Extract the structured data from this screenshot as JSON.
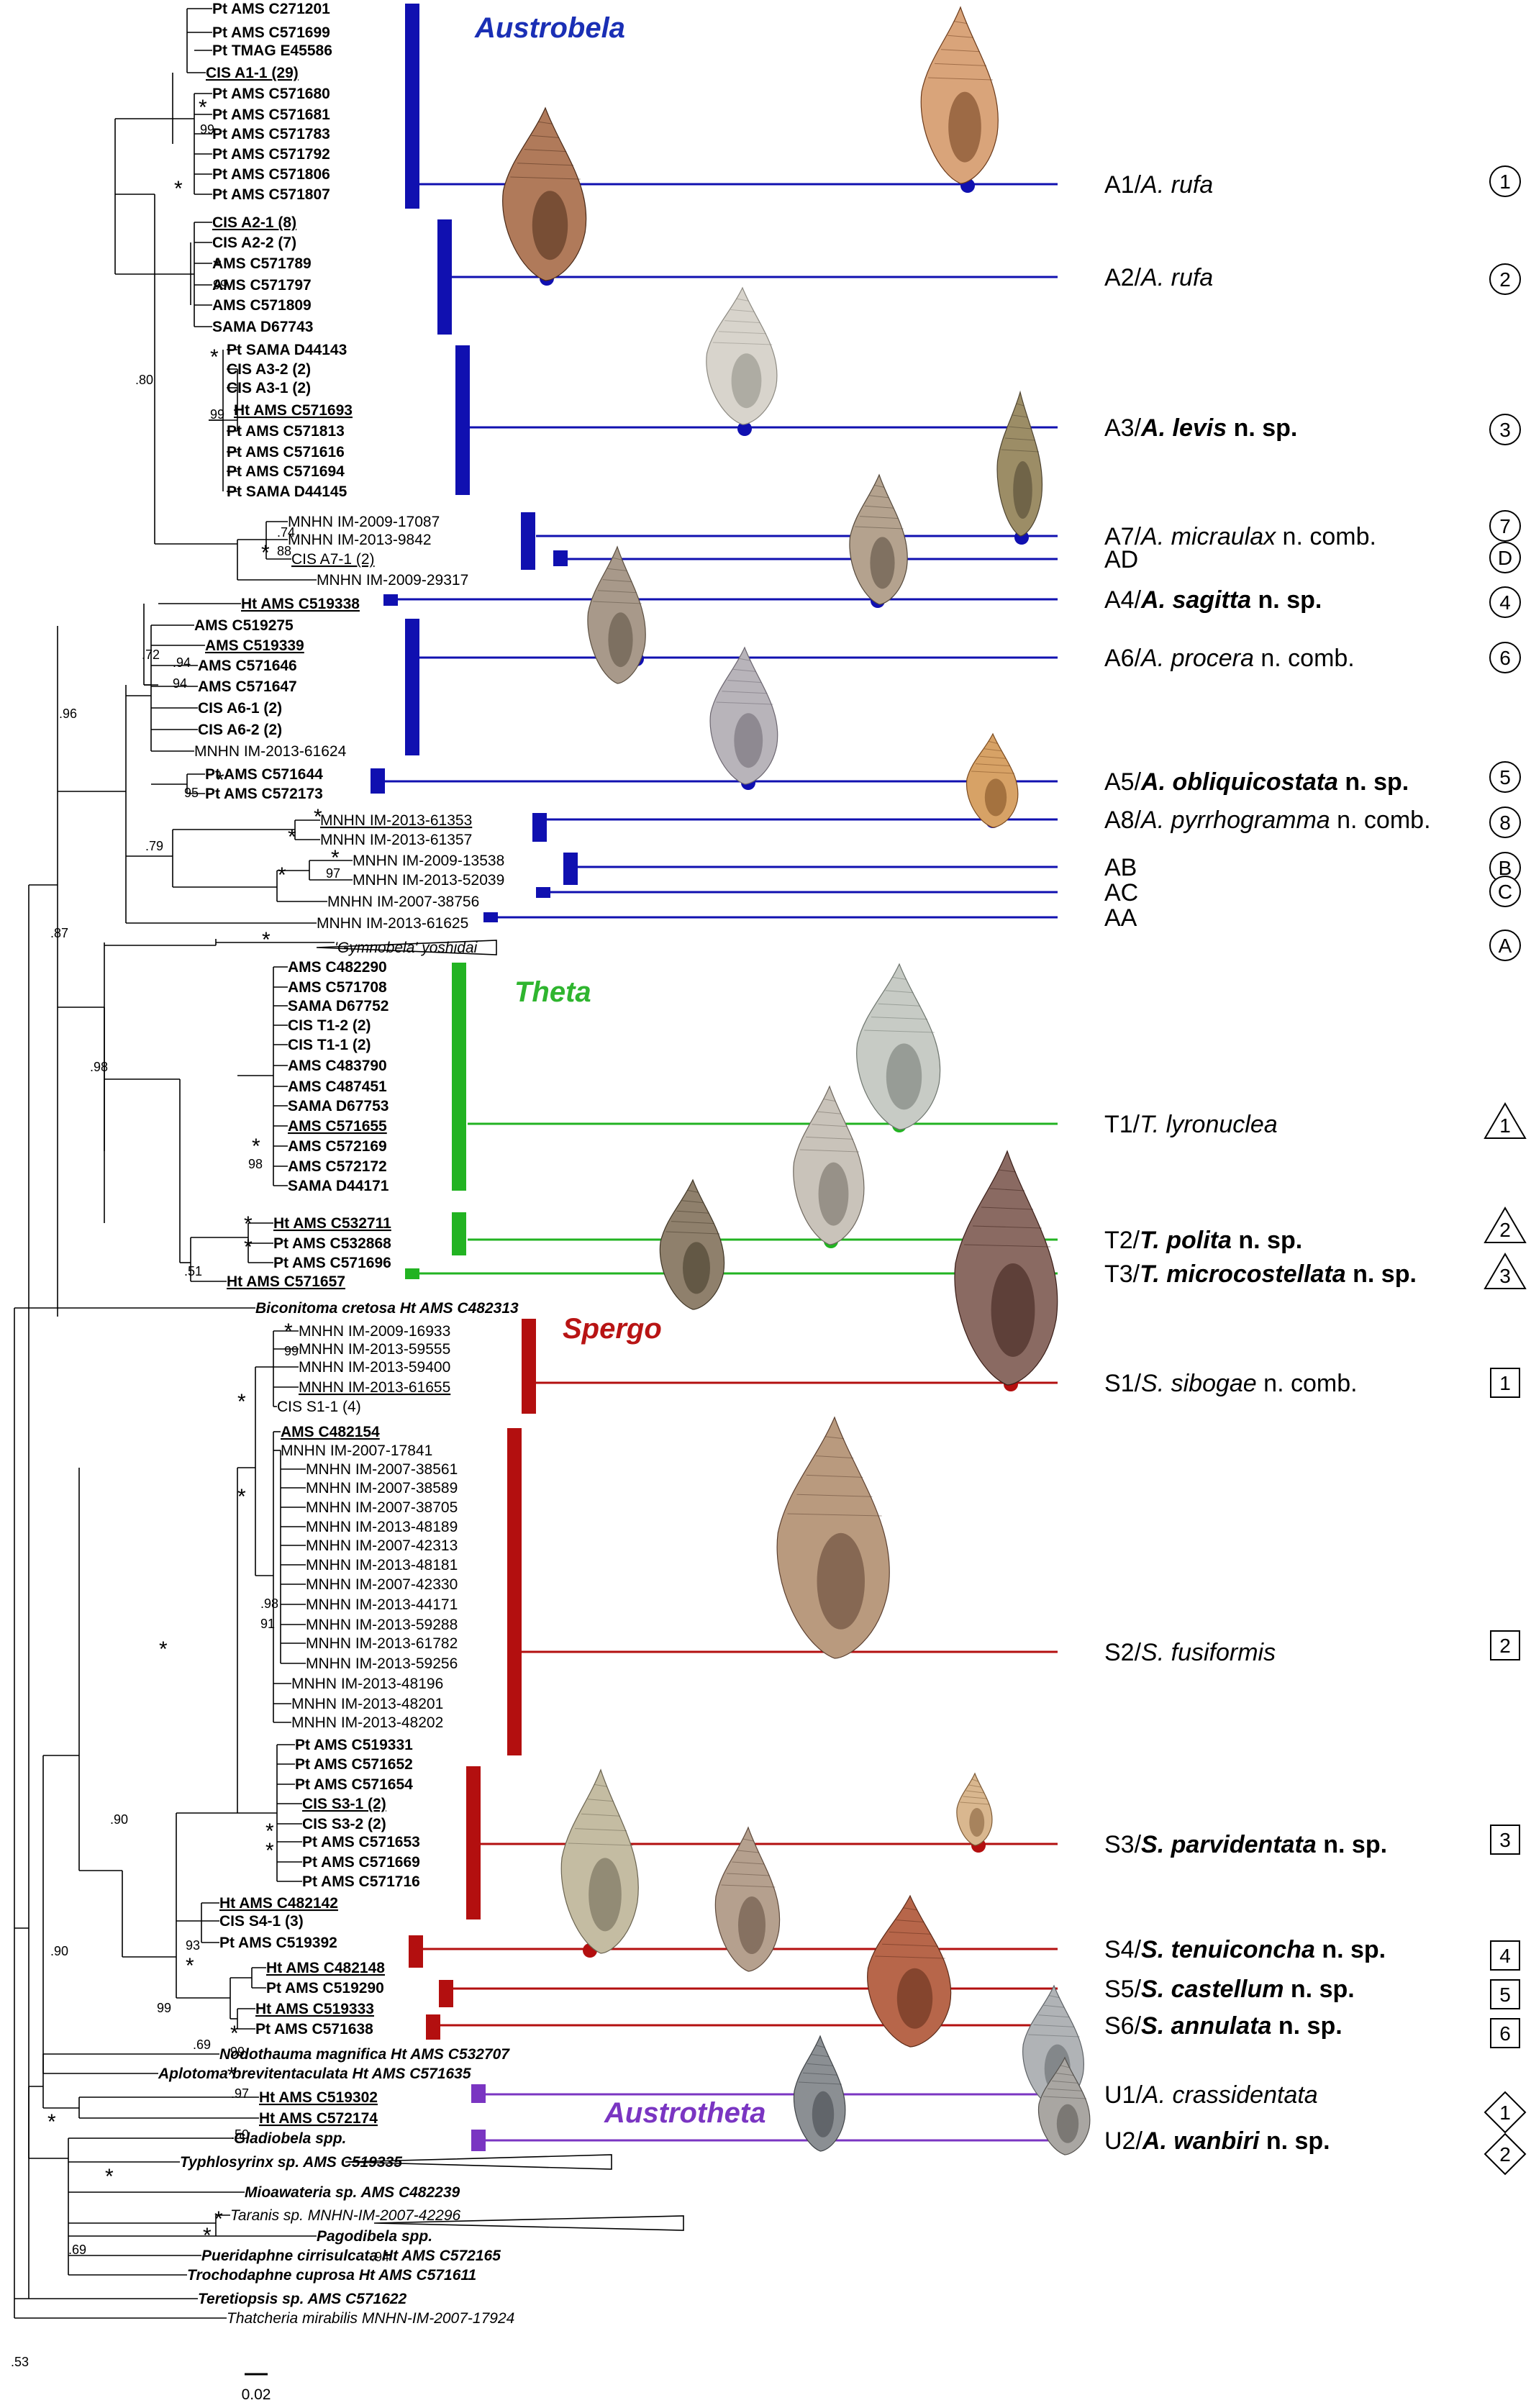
{
  "scale_label": "0.02",
  "group_titles": [
    {
      "text": "Austrobela",
      "color": "#1a2fb5"
    },
    {
      "text": "Theta",
      "color": "#2fb52f"
    },
    {
      "text": "Spergo",
      "color": "#b81414"
    },
    {
      "text": "Austrotheta",
      "color": "#7a35c2"
    }
  ],
  "group_colors": {
    "A": "#1010b0",
    "T": "#22b322",
    "S": "#b30f0f",
    "U": "#7a35c2"
  },
  "tips": [
    {
      "t": "Pt AMS C271201",
      "b": true
    },
    {
      "t": "Pt AMS C571699",
      "b": true
    },
    {
      "t": "Pt TMAG E45586",
      "b": true
    },
    {
      "t": "CIS A1-1 (29)",
      "b": true,
      "u": true
    },
    {
      "t": "Pt AMS C571680",
      "b": true
    },
    {
      "t": "Pt AMS C571681",
      "b": true
    },
    {
      "t": "Pt AMS C571783",
      "b": true
    },
    {
      "t": "Pt AMS C571792",
      "b": true
    },
    {
      "t": "Pt AMS C571806",
      "b": true
    },
    {
      "t": "Pt AMS C571807",
      "b": true
    },
    {
      "t": "CIS A2-1 (8)",
      "b": true,
      "u": true
    },
    {
      "t": "CIS A2-2 (7)",
      "b": true
    },
    {
      "t": "AMS C571789",
      "b": true
    },
    {
      "t": "AMS C571797",
      "b": true
    },
    {
      "t": "AMS C571809",
      "b": true
    },
    {
      "t": "SAMA D67743",
      "b": true
    },
    {
      "t": "Pt SAMA D44143",
      "b": true
    },
    {
      "t": "CIS A3-2 (2)",
      "b": true
    },
    {
      "t": "CIS A3-1 (2)",
      "b": true
    },
    {
      "t": "Ht AMS C571693",
      "b": true,
      "u": true
    },
    {
      "t": "Pt AMS C571813",
      "b": true
    },
    {
      "t": "Pt AMS C571616",
      "b": true
    },
    {
      "t": "Pt AMS C571694",
      "b": true
    },
    {
      "t": "Pt SAMA D44145",
      "b": true
    },
    {
      "t": "MNHN IM-2009-17087"
    },
    {
      "t": "MNHN IM-2013-9842"
    },
    {
      "t": "CIS A7-1 (2)",
      "u": true
    },
    {
      "t": "MNHN IM-2009-29317"
    },
    {
      "t": "Ht AMS C519338",
      "b": true,
      "u": true
    },
    {
      "t": "AMS C519275",
      "b": true
    },
    {
      "t": "AMS C519339",
      "b": true,
      "u": true
    },
    {
      "t": "AMS C571646",
      "b": true
    },
    {
      "t": "AMS C571647",
      "b": true
    },
    {
      "t": "CIS A6-1 (2)",
      "b": true
    },
    {
      "t": "CIS A6-2 (2)",
      "b": true
    },
    {
      "t": "MNHN IM-2013-61624"
    },
    {
      "t": "Pt AMS C571644",
      "b": true
    },
    {
      "t": "Pt AMS C572173",
      "b": true
    },
    {
      "t": "MNHN IM-2013-61353",
      "u": true
    },
    {
      "t": "MNHN IM-2013-61357"
    },
    {
      "t": "MNHN IM-2009-13538"
    },
    {
      "t": "MNHN IM-2013-52039"
    },
    {
      "t": "MNHN IM-2007-38756"
    },
    {
      "t": "MNHN IM-2013-61625"
    },
    {
      "t": "'Gymnobela' yoshidai",
      "i": true
    },
    {
      "t": "AMS C482290",
      "b": true
    },
    {
      "t": "AMS C571708",
      "b": true
    },
    {
      "t": "SAMA D67752",
      "b": true
    },
    {
      "t": "CIS T1-2 (2)",
      "b": true
    },
    {
      "t": "CIS T1-1 (2)",
      "b": true
    },
    {
      "t": "AMS C483790",
      "b": true
    },
    {
      "t": "AMS C487451",
      "b": true
    },
    {
      "t": "SAMA D67753",
      "b": true
    },
    {
      "t": "AMS C571655",
      "b": true,
      "u": true
    },
    {
      "t": "AMS C572169",
      "b": true
    },
    {
      "t": "AMS C572172",
      "b": true
    },
    {
      "t": "SAMA D44171",
      "b": true
    },
    {
      "t": "Ht AMS C532711",
      "b": true,
      "u": true
    },
    {
      "t": "Pt AMS C532868",
      "b": true
    },
    {
      "t": "Pt AMS C571696",
      "b": true
    },
    {
      "t": "Ht AMS C571657",
      "b": true,
      "u": true
    },
    {
      "t": "Biconitoma cretosa Ht AMS C482313",
      "b": true,
      "i": true
    },
    {
      "t": "MNHN IM-2009-16933"
    },
    {
      "t": "MNHN IM-2013-59555"
    },
    {
      "t": "MNHN IM-2013-59400"
    },
    {
      "t": "MNHN IM-2013-61655",
      "u": true
    },
    {
      "t": "CIS S1-1 (4)"
    },
    {
      "t": "AMS C482154",
      "b": true,
      "u": true
    },
    {
      "t": "MNHN IM-2007-17841"
    },
    {
      "t": "MNHN IM-2007-38561"
    },
    {
      "t": "MNHN IM-2007-38589"
    },
    {
      "t": "MNHN IM-2007-38705"
    },
    {
      "t": "MNHN IM-2013-48189"
    },
    {
      "t": "MNHN IM-2007-42313"
    },
    {
      "t": "MNHN IM-2013-48181"
    },
    {
      "t": "MNHN IM-2007-42330"
    },
    {
      "t": "MNHN IM-2013-44171"
    },
    {
      "t": "MNHN IM-2013-59288"
    },
    {
      "t": "MNHN IM-2013-61782"
    },
    {
      "t": "MNHN IM-2013-59256"
    },
    {
      "t": "MNHN IM-2013-48196"
    },
    {
      "t": "MNHN IM-2013-48201"
    },
    {
      "t": "MNHN IM-2013-48202"
    },
    {
      "t": "Pt AMS C519331",
      "b": true
    },
    {
      "t": "Pt AMS C571652",
      "b": true
    },
    {
      "t": "Pt AMS C571654",
      "b": true
    },
    {
      "t": "CIS S3-1 (2)",
      "b": true,
      "u": true
    },
    {
      "t": "CIS S3-2 (2)",
      "b": true
    },
    {
      "t": "Pt AMS C571653",
      "b": true
    },
    {
      "t": "Pt AMS C571669",
      "b": true
    },
    {
      "t": "Pt AMS C571716",
      "b": true
    },
    {
      "t": "Ht AMS C482142",
      "b": true,
      "u": true
    },
    {
      "t": "CIS S4-1 (3)",
      "b": true
    },
    {
      "t": "Pt AMS C519392",
      "b": true
    },
    {
      "t": "Ht AMS C482148",
      "b": true,
      "u": true
    },
    {
      "t": "Pt AMS C519290",
      "b": true
    },
    {
      "t": "Ht AMS C519333",
      "b": true,
      "u": true
    },
    {
      "t": "Pt AMS C571638",
      "b": true
    },
    {
      "t": "Nodothauma magnifica Ht AMS C532707",
      "b": true,
      "i": true
    },
    {
      "t": "Aplotoma brevitentaculata Ht AMS C571635",
      "b": true,
      "i": true
    },
    {
      "t": "Ht AMS C519302",
      "b": true,
      "u": true
    },
    {
      "t": "Ht AMS C572174",
      "b": true,
      "u": true
    },
    {
      "t": "Gladiobela spp.",
      "b": true,
      "i": true
    },
    {
      "t": "Typhlosyrinx sp. AMS C519335",
      "b": true,
      "i": true
    },
    {
      "t": "Mioawateria sp. AMS C482239",
      "b": true,
      "i": true
    },
    {
      "t": "Taranis sp. MNHN-IM-2007-42296",
      "i": true
    },
    {
      "t": "Pagodibela spp.",
      "b": true,
      "i": true
    },
    {
      "t": "Pueridaphne cirrisulcata Ht AMS C572165",
      "b": true,
      "i": true
    },
    {
      "t": "Trochodaphne cuprosa Ht AMS C571611",
      "b": true,
      "i": true
    },
    {
      "t": "Teretiopsis sp. AMS C571622",
      "b": true,
      "i": true
    },
    {
      "t": "Thatcheria mirabilis MNHN-IM-2007-17924",
      "i": true
    }
  ],
  "supports": [
    {
      "t": "*"
    },
    {
      "t": "99"
    },
    {
      "t": "*"
    },
    {
      "t": "*"
    },
    {
      "t": "99"
    },
    {
      "t": ".80"
    },
    {
      "t": "*"
    },
    {
      "t": "99"
    },
    {
      "t": ".74"
    },
    {
      "t": "88"
    },
    {
      "t": "*"
    },
    {
      "t": ".94"
    },
    {
      "t": "94"
    },
    {
      "t": ".72"
    },
    {
      "t": "*"
    },
    {
      "t": "95"
    },
    {
      "t": ".96"
    },
    {
      "t": "*"
    },
    {
      "t": "*"
    },
    {
      "t": "*"
    },
    {
      "t": "97"
    },
    {
      "t": "*"
    },
    {
      "t": ".79"
    },
    {
      "t": ".87"
    },
    {
      "t": "*"
    },
    {
      "t": "98"
    },
    {
      "t": "*"
    },
    {
      "t": "*"
    },
    {
      "t": "*"
    },
    {
      "t": ".51"
    },
    {
      "t": ".98"
    },
    {
      "t": "*"
    },
    {
      "t": "99"
    },
    {
      "t": "*"
    },
    {
      "t": ".98"
    },
    {
      "t": "91"
    },
    {
      "t": "*"
    },
    {
      "t": "*"
    },
    {
      "t": "*"
    },
    {
      "t": "*"
    },
    {
      "t": ".90"
    },
    {
      "t": "93"
    },
    {
      "t": "*"
    },
    {
      "t": "99"
    },
    {
      "t": "*"
    },
    {
      "t": "99"
    },
    {
      "t": "*"
    },
    {
      "t": ".97"
    },
    {
      "t": ".69"
    },
    {
      "t": ".90"
    },
    {
      "t": "*"
    },
    {
      "t": ".50"
    },
    {
      "t": "*"
    },
    {
      "t": "*"
    },
    {
      "t": "*"
    },
    {
      "t": ".94"
    },
    {
      "t": ".69"
    },
    {
      "t": ".53"
    }
  ],
  "clade_labels": [
    {
      "code": "A1/",
      "name": "A. rufa",
      "suffix": "",
      "bold": false,
      "marker": "1",
      "shape": "circle"
    },
    {
      "code": "A2/",
      "name": "A. rufa",
      "suffix": "",
      "bold": false,
      "marker": "2",
      "shape": "circle"
    },
    {
      "code": "A3/",
      "name": "A. levis",
      "suffix": " n. sp.",
      "bold": true,
      "marker": "3",
      "shape": "circle"
    },
    {
      "code": "A7/",
      "name": "A. micraulax",
      "suffix": " n. comb.",
      "bold": false,
      "marker": "7",
      "shape": "circle"
    },
    {
      "code": "AD",
      "name": "",
      "suffix": "",
      "bold": false,
      "marker": "D",
      "shape": "circle"
    },
    {
      "code": "A4/",
      "name": "A. sagitta",
      "suffix": " n. sp.",
      "bold": true,
      "marker": "4",
      "shape": "circle"
    },
    {
      "code": "A6/",
      "name": "A. procera",
      "suffix": " n. comb.",
      "bold": false,
      "marker": "6",
      "shape": "circle"
    },
    {
      "code": "A5/",
      "name": "A. obliquicostata",
      "suffix": " n. sp.",
      "bold": true,
      "marker": "5",
      "shape": "circle"
    },
    {
      "code": "A8/",
      "name": "A. pyrrhogramma",
      "suffix": " n. comb.",
      "bold": false,
      "marker": "8",
      "shape": "circle"
    },
    {
      "code": "AB",
      "name": "",
      "suffix": "",
      "bold": false,
      "marker": "B",
      "shape": "circle"
    },
    {
      "code": "AC",
      "name": "",
      "suffix": "",
      "bold": false,
      "marker": "C",
      "shape": "circle"
    },
    {
      "code": "AA",
      "name": "",
      "suffix": "",
      "bold": false,
      "marker": "A",
      "shape": "circle"
    },
    {
      "code": "T1/",
      "name": "T. lyronuclea",
      "suffix": "",
      "bold": false,
      "marker": "1",
      "shape": "triangle"
    },
    {
      "code": "T2/",
      "name": "T. polita",
      "suffix": " n. sp.",
      "bold": true,
      "marker": "2",
      "shape": "triangle"
    },
    {
      "code": "T3/",
      "name": "T. microcostellata",
      "suffix": " n. sp.",
      "bold": true,
      "marker": "3",
      "shape": "triangle"
    },
    {
      "code": "S1/",
      "name": "S. sibogae",
      "suffix": " n. comb.",
      "bold": false,
      "marker": "1",
      "shape": "square"
    },
    {
      "code": "S2/",
      "name": "S. fusiformis",
      "suffix": "",
      "bold": false,
      "marker": "2",
      "shape": "square"
    },
    {
      "code": "S3/",
      "name": "S. parvidentata",
      "suffix": " n. sp.",
      "bold": true,
      "marker": "3",
      "shape": "square"
    },
    {
      "code": "S4/",
      "name": "S. tenuiconcha",
      "suffix": " n. sp.",
      "bold": true,
      "marker": "4",
      "shape": "square"
    },
    {
      "code": "S5/",
      "name": "S. castellum",
      "suffix": " n. sp.",
      "bold": true,
      "marker": "5",
      "shape": "square"
    },
    {
      "code": "S6/",
      "name": "S. annulata",
      "suffix": " n. sp.",
      "bold": true,
      "marker": "6",
      "shape": "square"
    },
    {
      "code": "U1/",
      "name": "A. crassidentata",
      "suffix": "",
      "bold": false,
      "marker": "1",
      "shape": "diamond"
    },
    {
      "code": "U2/",
      "name": "A. wanbiri",
      "suffix": " n. sp.",
      "bold": true,
      "marker": "2",
      "shape": "diamond"
    }
  ]
}
